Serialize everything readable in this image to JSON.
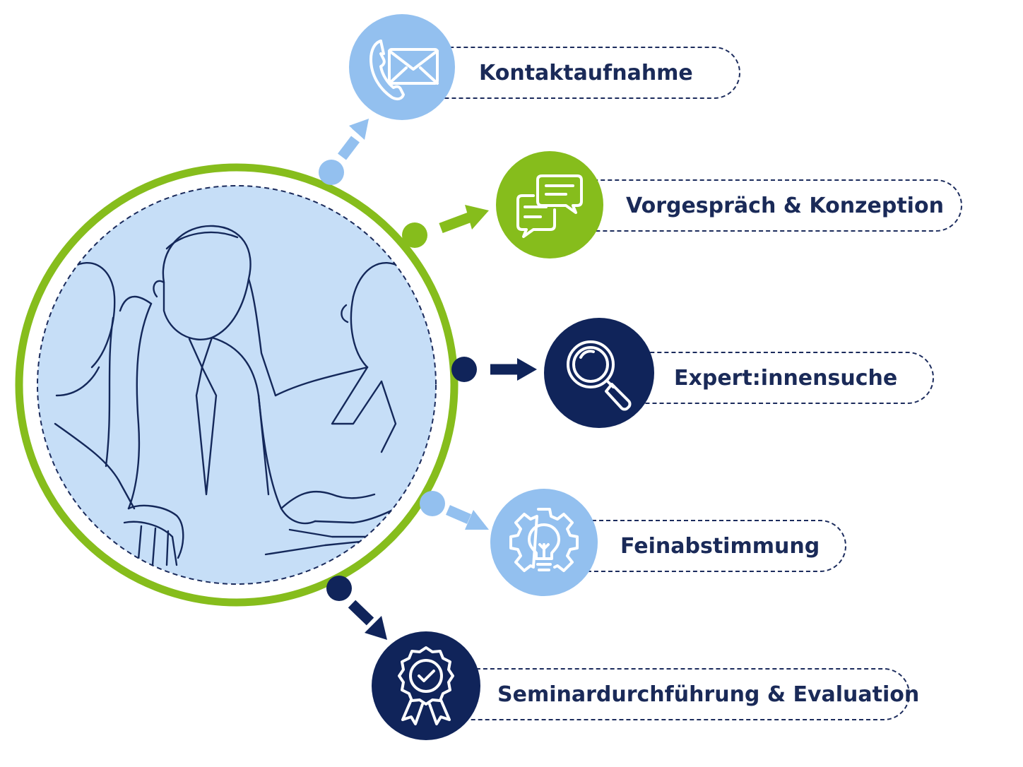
{
  "colors": {
    "navy": "#10245a",
    "green": "#86bd1c",
    "light_blue": "#93c0ef",
    "pale_blue": "#c6def7"
  },
  "center_illustration": {
    "icon": "business-meeting-line-drawing"
  },
  "steps": [
    {
      "label": "Kontaktaufnahme",
      "icon": "phone-envelope-icon",
      "color": "light_blue"
    },
    {
      "label": "Vorgespräch & Konzeption",
      "icon": "chat-bubbles-icon",
      "color": "green"
    },
    {
      "label": "Expert:innensuche",
      "icon": "magnifier-icon",
      "color": "navy"
    },
    {
      "label": "Feinabstimmung",
      "icon": "lightbulb-gear-icon",
      "color": "light_blue"
    },
    {
      "label": "Seminardurchführung & Evaluation",
      "icon": "award-badge-icon",
      "color": "navy"
    }
  ]
}
